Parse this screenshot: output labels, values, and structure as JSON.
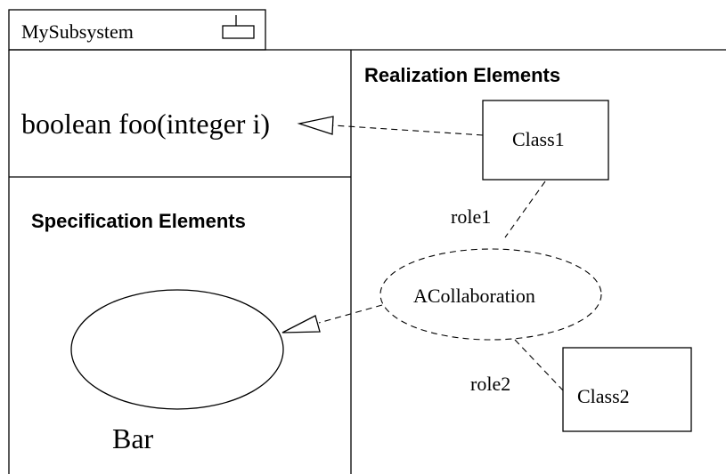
{
  "subsystem": {
    "name": "MySubsystem",
    "icon": "subsystem-fork-icon"
  },
  "operations": {
    "signature": "boolean foo(integer i)"
  },
  "realization": {
    "heading": "Realization Elements",
    "class1": "Class1",
    "class2": "Class2",
    "collaboration": "ACollaboration",
    "role1": "role1",
    "role2": "role2"
  },
  "specification": {
    "heading": "Specification Elements",
    "use_case": "Bar"
  }
}
